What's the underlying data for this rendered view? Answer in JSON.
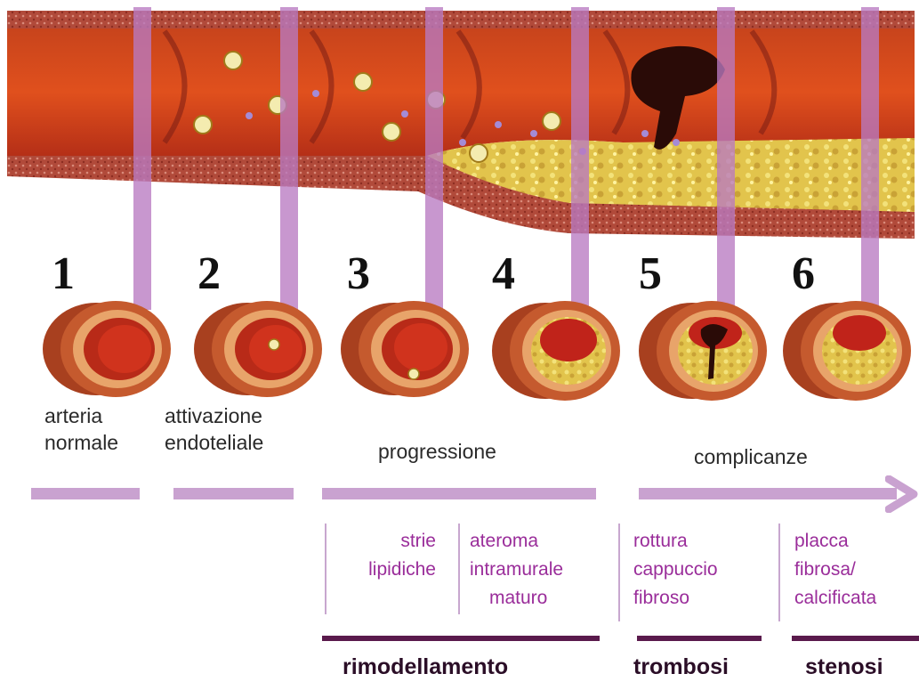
{
  "stages": [
    {
      "number": "1",
      "label_lines": [
        "arteria",
        "normale"
      ]
    },
    {
      "number": "2",
      "label_lines": [
        "attivazione",
        "endoteliale"
      ]
    },
    {
      "number": "3"
    },
    {
      "number": "4"
    },
    {
      "number": "5"
    },
    {
      "number": "6"
    }
  ],
  "phases": {
    "progression": "progressione",
    "complications": "complicanze"
  },
  "sublabels": {
    "strie": [
      "strie",
      "lipidiche"
    ],
    "ateroma": [
      "ateroma",
      "intramurale",
      "maturo"
    ],
    "rottura": [
      "rottura",
      "cappuccio",
      "fibroso"
    ],
    "placca": [
      "placca",
      "fibrosa/",
      "calcificata"
    ]
  },
  "bottom_labels": {
    "rimodellamento": "rimodellamento",
    "trombosi": "trombosi",
    "stenosi": "stenosi"
  },
  "colors": {
    "artery_wall": "#c1441e",
    "lumen": "#c0231a",
    "plaque": "#e8cb52",
    "connector": "#b87ac2",
    "arrow": "#c9a2d0",
    "sublabel": "#9a2d9a",
    "dark_bar": "#5a1a4c"
  }
}
